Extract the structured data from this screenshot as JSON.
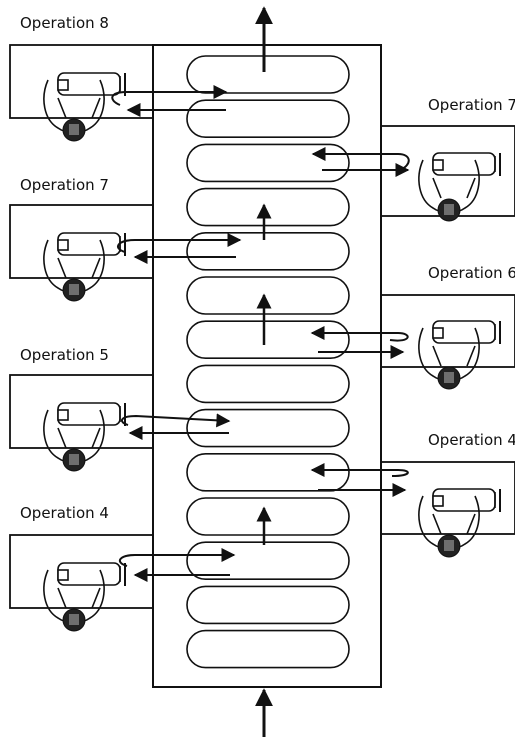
{
  "operations_left": [
    {
      "label": "Operation 8"
    },
    {
      "label": "Operation 7"
    },
    {
      "label": "Operation 5"
    },
    {
      "label": "Operation 4"
    }
  ],
  "operations_right": [
    {
      "label": "Operation 7"
    },
    {
      "label": "Operation 6"
    },
    {
      "label": "Operation 4"
    }
  ],
  "conveyor": {
    "pallet_count": 14
  },
  "icons": {
    "worker": "worker-topview-icon",
    "tool": "power-tool-icon",
    "flow": "flow-arrow-icon"
  }
}
